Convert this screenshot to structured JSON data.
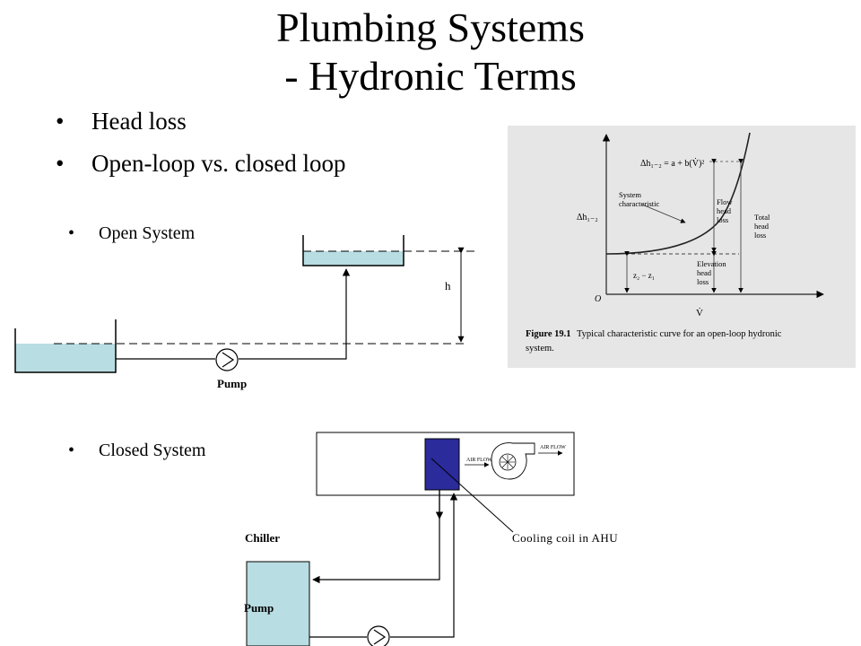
{
  "slide": {
    "title_line1": "Plumbing Systems",
    "title_line2": "- Hydronic Terms",
    "bullets": [
      "Head loss",
      "Open-loop vs. closed loop"
    ]
  },
  "open_system": {
    "heading": "Open System",
    "height_label": "h",
    "pump_label": "Pump"
  },
  "closed_system": {
    "heading": "Closed System",
    "chiller_label": "Chiller",
    "pump_label": "Pump",
    "coil_label": "Cooling coil in AHU",
    "air_flow_in": "AIR FLOW",
    "air_flow_out": "AIR FLOW"
  },
  "figure": {
    "equation": "Δh₁₋₂ = a + b(V̇)²",
    "y_axis": "Δh₁₋₂",
    "x_axis": "V̇",
    "origin": "O",
    "system_characteristic": [
      "System",
      "characteristic"
    ],
    "flow_head_loss": [
      "Flow",
      "head",
      "loss"
    ],
    "total_head_loss": [
      "Total",
      "head",
      "loss"
    ],
    "elevation_head_loss": [
      "Elevation",
      "head",
      "loss"
    ],
    "elevation_diff": "z₂ − z₁",
    "caption_bold": "Figure 19.1",
    "caption_line1": "Typical characteristic curve for an open-loop hydronic",
    "caption_line2": "system."
  },
  "colors": {
    "water": "#b8dde2",
    "coil": "#2b2b9c",
    "scan_bg": "#e6e6e6"
  }
}
